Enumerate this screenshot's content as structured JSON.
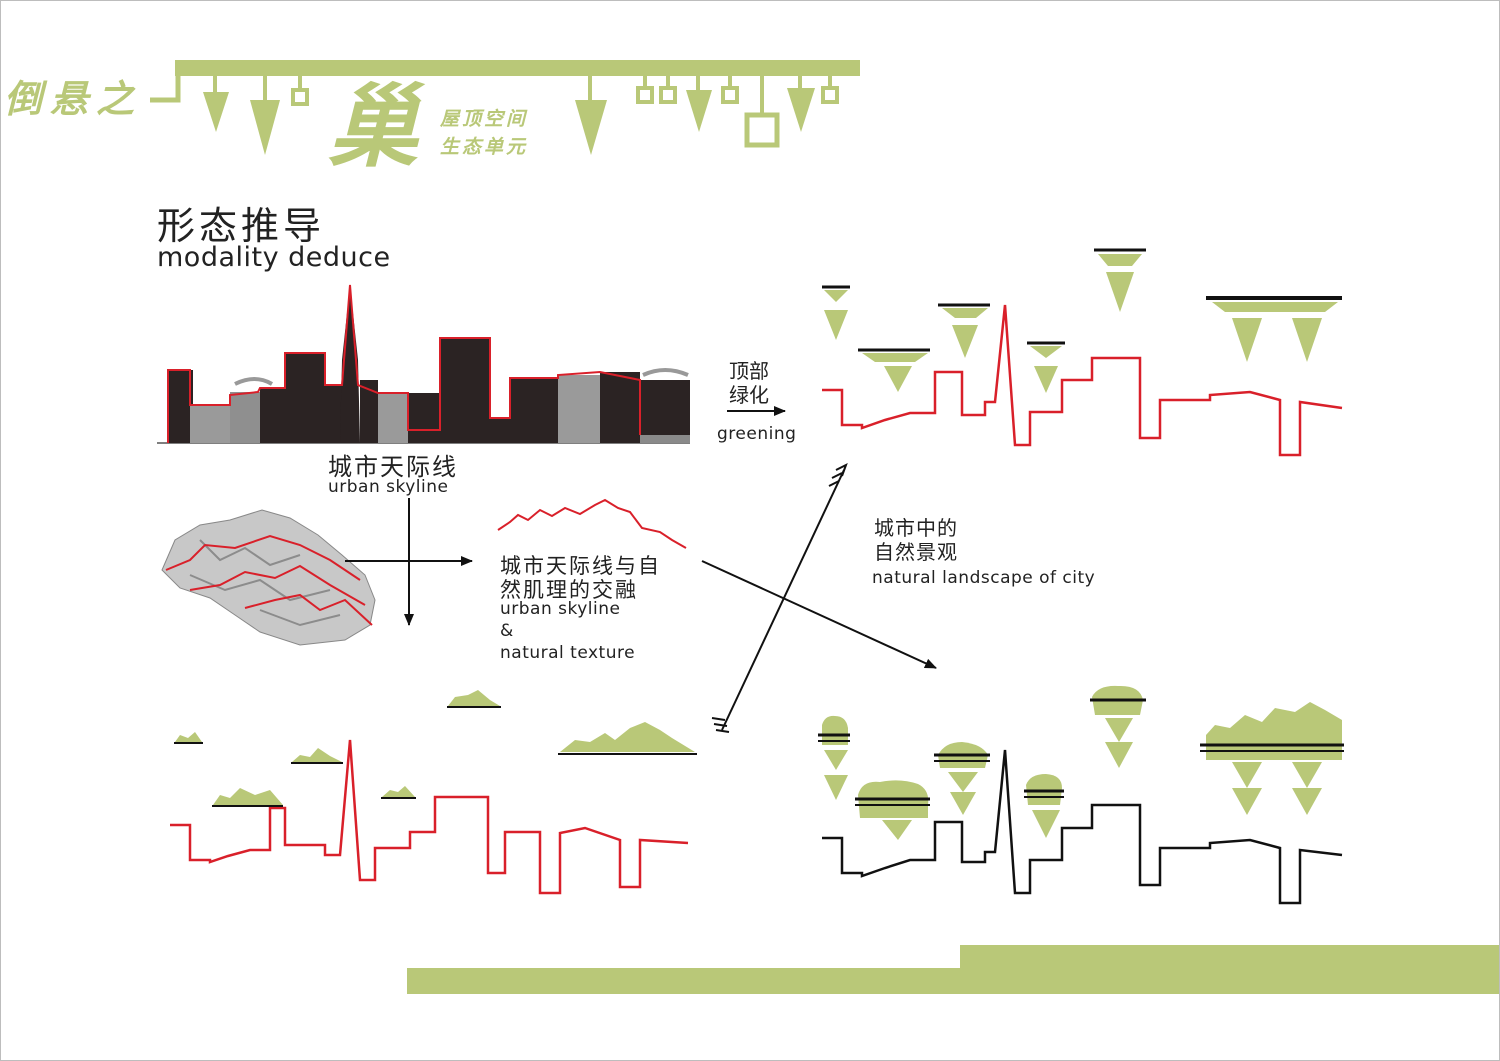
{
  "header": {
    "title_prefix": "倒悬之",
    "title_calligraphy": "巢",
    "subtitle_line1": "屋顶空间",
    "subtitle_line2": "生态单元"
  },
  "section": {
    "title_cn": "形态推导",
    "title_en": "modality deduce"
  },
  "labels": {
    "urban_skyline_cn": "城市天际线",
    "urban_skyline_en": "urban skyline",
    "greening_cn_1": "顶部",
    "greening_cn_2": "绿化",
    "greening_en": "greening",
    "fusion_cn_1": "城市天际线与自",
    "fusion_cn_2": "然肌理的交融",
    "fusion_en_1": "urban skyline",
    "fusion_en_2": "&",
    "fusion_en_3": "natural texture",
    "natural_cn_1": "城市中的",
    "natural_cn_2": "自然景观",
    "natural_en": "natural landscape of city"
  },
  "colors": {
    "accent_green": "#b9c878",
    "skyline_red": "#d9202a",
    "building_dark": "#2b2323",
    "building_gray": "#9a9a9a",
    "line_black": "#111111"
  }
}
